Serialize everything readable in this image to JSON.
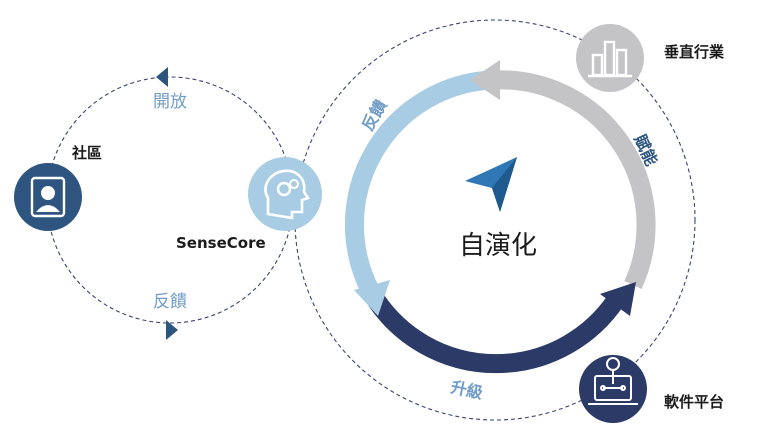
{
  "nodes": {
    "community": "社區",
    "sensecore": "SenseCore",
    "vertical": "垂直行業",
    "software": "軟件平台"
  },
  "left_loop": {
    "open": "開放",
    "feedback": "反饋"
  },
  "cycle": {
    "center": "自演化",
    "feedback": "反饋",
    "empower": "賦能",
    "upgrade": "升級"
  },
  "colors": {
    "navy": "#2b3a66",
    "dark_blue": "#2e5580",
    "light_blue": "#a9cce5",
    "gray": "#c4c4c6",
    "label_blue": "#6f9cc8",
    "dashed": "#3a4470"
  }
}
